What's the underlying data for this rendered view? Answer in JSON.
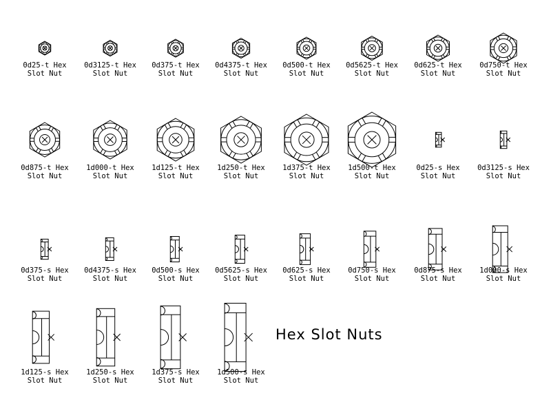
{
  "title": "Hex Slot Nuts",
  "items": [
    {
      "name": "0d25-t Hex",
      "sub": "Slot Nut",
      "view": "top",
      "size": 0.25
    },
    {
      "name": "0d3125-t Hex",
      "sub": "Slot Nut",
      "view": "top",
      "size": 0.3125
    },
    {
      "name": "0d375-t Hex",
      "sub": "Slot Nut",
      "view": "top",
      "size": 0.375
    },
    {
      "name": "0d4375-t Hex",
      "sub": "Slot Nut",
      "view": "top",
      "size": 0.4375
    },
    {
      "name": "0d500-t Hex",
      "sub": "Slot Nut",
      "view": "top",
      "size": 0.5
    },
    {
      "name": "0d5625-t Hex",
      "sub": "Slot Nut",
      "view": "top",
      "size": 0.5625
    },
    {
      "name": "0d625-t Hex",
      "sub": "Slot Nut",
      "view": "top",
      "size": 0.625
    },
    {
      "name": "0d750-t Hex",
      "sub": "Slot Nut",
      "view": "top",
      "size": 0.75
    },
    {
      "name": "0d875-t Hex",
      "sub": "Slot Nut",
      "view": "top",
      "size": 0.875
    },
    {
      "name": "1d000-t Hex",
      "sub": "Slot Nut",
      "view": "top",
      "size": 1.0
    },
    {
      "name": "1d125-t Hex",
      "sub": "Slot Nut",
      "view": "top",
      "size": 1.125
    },
    {
      "name": "1d250-t Hex",
      "sub": "Slot Nut",
      "view": "top",
      "size": 1.25
    },
    {
      "name": "1d375-t Hex",
      "sub": "Slot Nut",
      "view": "top",
      "size": 1.375
    },
    {
      "name": "1d500-t Hex",
      "sub": "Slot Nut",
      "view": "top",
      "size": 1.5
    },
    {
      "name": "0d25-s Hex",
      "sub": "Slot Nut",
      "view": "side",
      "size": 0.25
    },
    {
      "name": "0d3125-s Hex",
      "sub": "Slot Nut",
      "view": "side",
      "size": 0.3125
    },
    {
      "name": "0d375-s Hex",
      "sub": "Slot Nut",
      "view": "side",
      "size": 0.375
    },
    {
      "name": "0d4375-s Hex",
      "sub": "Slot Nut",
      "view": "side",
      "size": 0.4375
    },
    {
      "name": "0d500-s Hex",
      "sub": "Slot Nut",
      "view": "side",
      "size": 0.5
    },
    {
      "name": "0d5625-s Hex",
      "sub": "Slot Nut",
      "view": "side",
      "size": 0.5625
    },
    {
      "name": "0d625-s Hex",
      "sub": "Slot Nut",
      "view": "side",
      "size": 0.625
    },
    {
      "name": "0d750-s Hex",
      "sub": "Slot Nut",
      "view": "side",
      "size": 0.75
    },
    {
      "name": "0d875-s Hex",
      "sub": "Slot Nut",
      "view": "side",
      "size": 0.875
    },
    {
      "name": "1d000-s Hex",
      "sub": "Slot Nut",
      "view": "side",
      "size": 1.0
    },
    {
      "name": "1d125-s Hex",
      "sub": "Slot Nut",
      "view": "side",
      "size": 1.125
    },
    {
      "name": "1d250-s Hex",
      "sub": "Slot Nut",
      "view": "side",
      "size": 1.25
    },
    {
      "name": "1d375-s Hex",
      "sub": "Slot Nut",
      "view": "side",
      "size": 1.375
    },
    {
      "name": "1d500-s Hex",
      "sub": "Slot Nut",
      "view": "side",
      "size": 1.5
    }
  ]
}
